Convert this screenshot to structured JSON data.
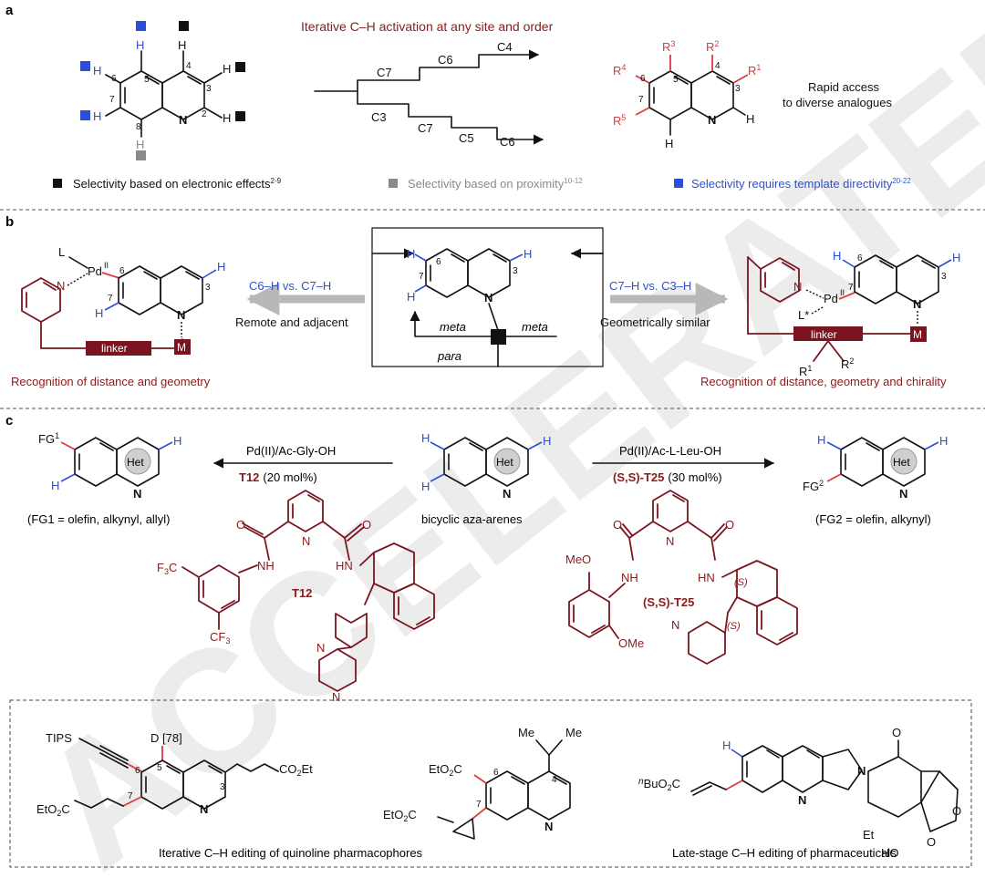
{
  "panels": {
    "a": {
      "letter": "a",
      "header": "Iterative C–H activation at any site and order",
      "tree_labels": [
        "C7",
        "C6",
        "C4",
        "C3",
        "C7",
        "C5",
        "C6"
      ],
      "rapid_access": [
        "Rapid access",
        "to diverse analogues"
      ],
      "r_groups": [
        "R1",
        "R2",
        "R3",
        "R4",
        "R5"
      ],
      "legend": [
        {
          "text": "Selectivity based on electronic effects",
          "ref": "2-9",
          "color": "#111111"
        },
        {
          "text": "Selectivity based on proximity",
          "ref": "10-12",
          "color": "#8a8a8a"
        },
        {
          "text": "Selectivity requires template directivity",
          "ref": "20-22",
          "color": "#2b4fd6"
        }
      ]
    },
    "b": {
      "letter": "b",
      "left_arrow_label": "C6–H vs. C7–H",
      "left_arrow_sub": "Remote and adjacent",
      "right_arrow_label": "C7–H vs. C3–H",
      "right_arrow_sub": "Geometrically similar",
      "linker": "linker",
      "metal": "M",
      "pd": "Pd",
      "pd_ox": "II",
      "meta": "meta",
      "para": "para",
      "left_caption": "Recognition of distance and geometry",
      "right_caption": "Recognition of distance, geometry and chirality"
    },
    "c": {
      "letter": "c",
      "left_reagent": "Pd(II)/Ac-Gly-OH",
      "left_template": "T12",
      "left_loading": "(20 mol%)",
      "right_reagent": "Pd(II)/Ac-L-Leu-OH",
      "right_template": "(S,S)-T25",
      "right_loading": "(30 mol%)",
      "het": "Het",
      "center_caption": "bicyclic aza-arenes",
      "left_caption": "(FG1 = olefin, alkynyl, allyl)",
      "right_caption": "(FG2 = olefin, alkynyl)",
      "fg1": "FG1",
      "fg2": "FG2",
      "t12_label": "T12",
      "t25_label": "(S,S)-T25",
      "box_left_caption": "Iterative C–H editing of quinoline pharmacophores",
      "box_right_caption": "Late-stage C–H editing of pharmaceuticals",
      "tips": "TIPS",
      "deut": "D [78]",
      "co2et": "CO2Et",
      "eto2c": "EtO2C",
      "me": "Me",
      "nbuo2c": "nBuO2C",
      "et": "Et",
      "ho": "HO"
    }
  },
  "watermark": "ACCELERATED ARTICLE PREVIEW"
}
